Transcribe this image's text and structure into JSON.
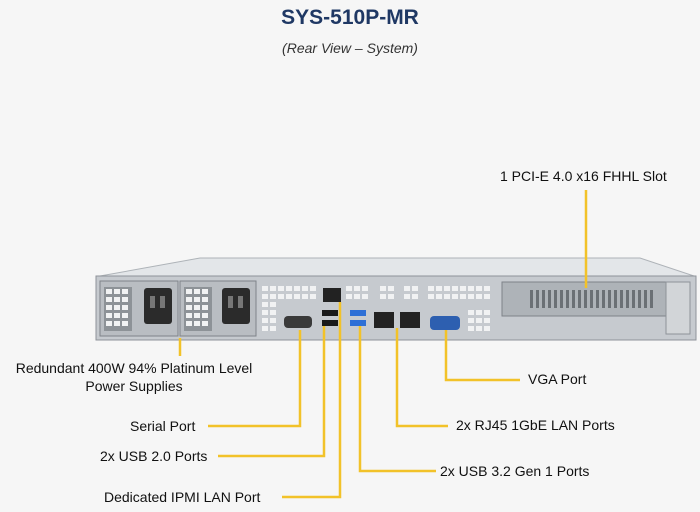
{
  "title": "SYS-510P-MR",
  "subtitle": "(Rear View – System)",
  "callouts": {
    "pcie_slot": "1 PCI-E 4.0 x16 FHHL Slot",
    "power_supplies_line1": "Redundant  400W 94% Platinum Level",
    "power_supplies_line2": "Power Supplies",
    "vga_port": "VGA Port",
    "serial_port": "Serial Port",
    "lan_ports": "2x RJ45 1GbE LAN Ports",
    "usb2_ports": "2x USB 2.0 Ports",
    "usb3_ports": "2x USB 3.2 Gen 1 Ports",
    "ipmi_port": "Dedicated IPMI  LAN Port"
  },
  "colors": {
    "title": "#1f3864",
    "leader_line": "#f2c229",
    "chassis": "#c9cdd1",
    "usb3_blue": "#2d6fd6"
  }
}
